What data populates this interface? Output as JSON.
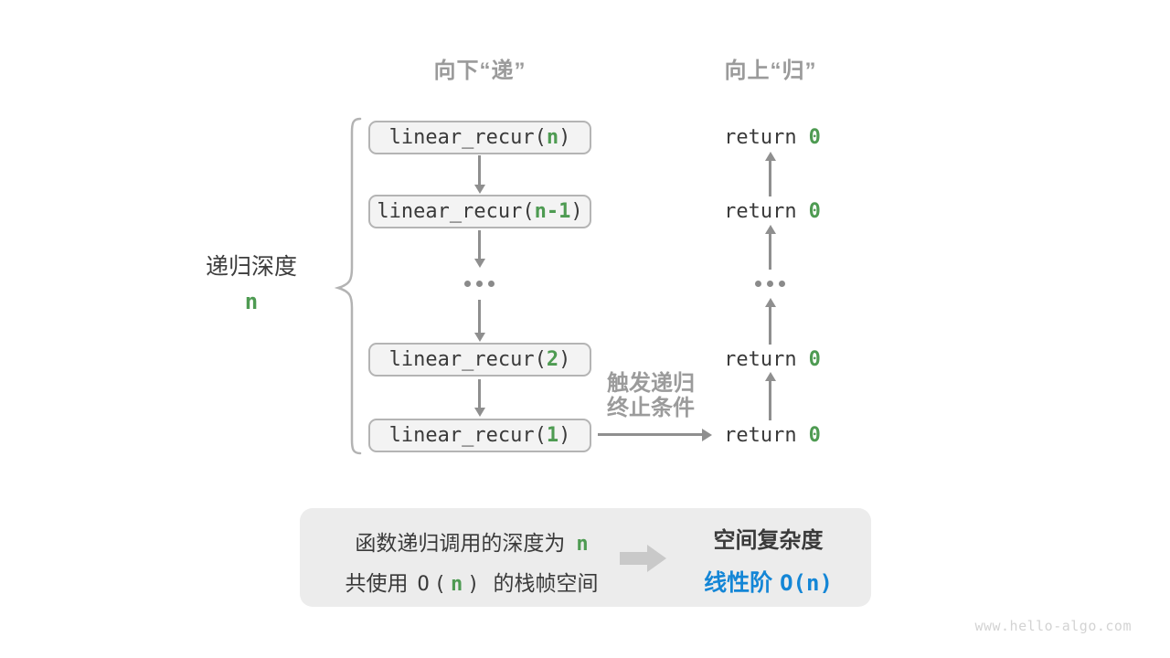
{
  "colors": {
    "green": "#4e9b52",
    "blue": "#1486d6",
    "header_gray": "#9a9a9a",
    "text_dark": "#3a3a3a",
    "arrow_gray": "#8f8f8f",
    "box_bg": "#f3f3f3",
    "box_border": "#b4b4b4",
    "summary_bg": "#ececec",
    "big_arrow_gray": "#c9c9c9",
    "watermark_gray": "#d3d3d3"
  },
  "headers": {
    "down": "向下“递”",
    "up": "向上“归”"
  },
  "depth_label": {
    "text": "递归深度",
    "var": "n"
  },
  "call_stack": [
    {
      "prefix": "linear_recur(",
      "arg": "n",
      "suffix": ")"
    },
    {
      "prefix": "linear_recur(",
      "arg": "n-1",
      "suffix": ")"
    },
    {
      "prefix": "linear_recur(",
      "arg": "2",
      "suffix": ")"
    },
    {
      "prefix": "linear_recur(",
      "arg": "1",
      "suffix": ")"
    }
  ],
  "returns": [
    {
      "prefix": "return",
      "value": "0"
    },
    {
      "prefix": "return",
      "value": "0"
    },
    {
      "prefix": "return",
      "value": "0"
    },
    {
      "prefix": "return",
      "value": "0"
    }
  ],
  "ellipsis": "...",
  "base_case_label": {
    "line1": "触发递归",
    "line2": "终止条件"
  },
  "summary": {
    "line1_text": "函数递归调用的深度为",
    "line1_var": "n",
    "line2_pre": "共使用",
    "line2_big_o": "O(",
    "line2_var": "n",
    "line2_close": ")",
    "line2_post": "的栈帧空间",
    "result_title": "空间复杂度",
    "result_pre": "线性阶",
    "result_big_o": "O(",
    "result_var": "n",
    "result_close": ")"
  },
  "watermark": "www.hello-algo.com"
}
